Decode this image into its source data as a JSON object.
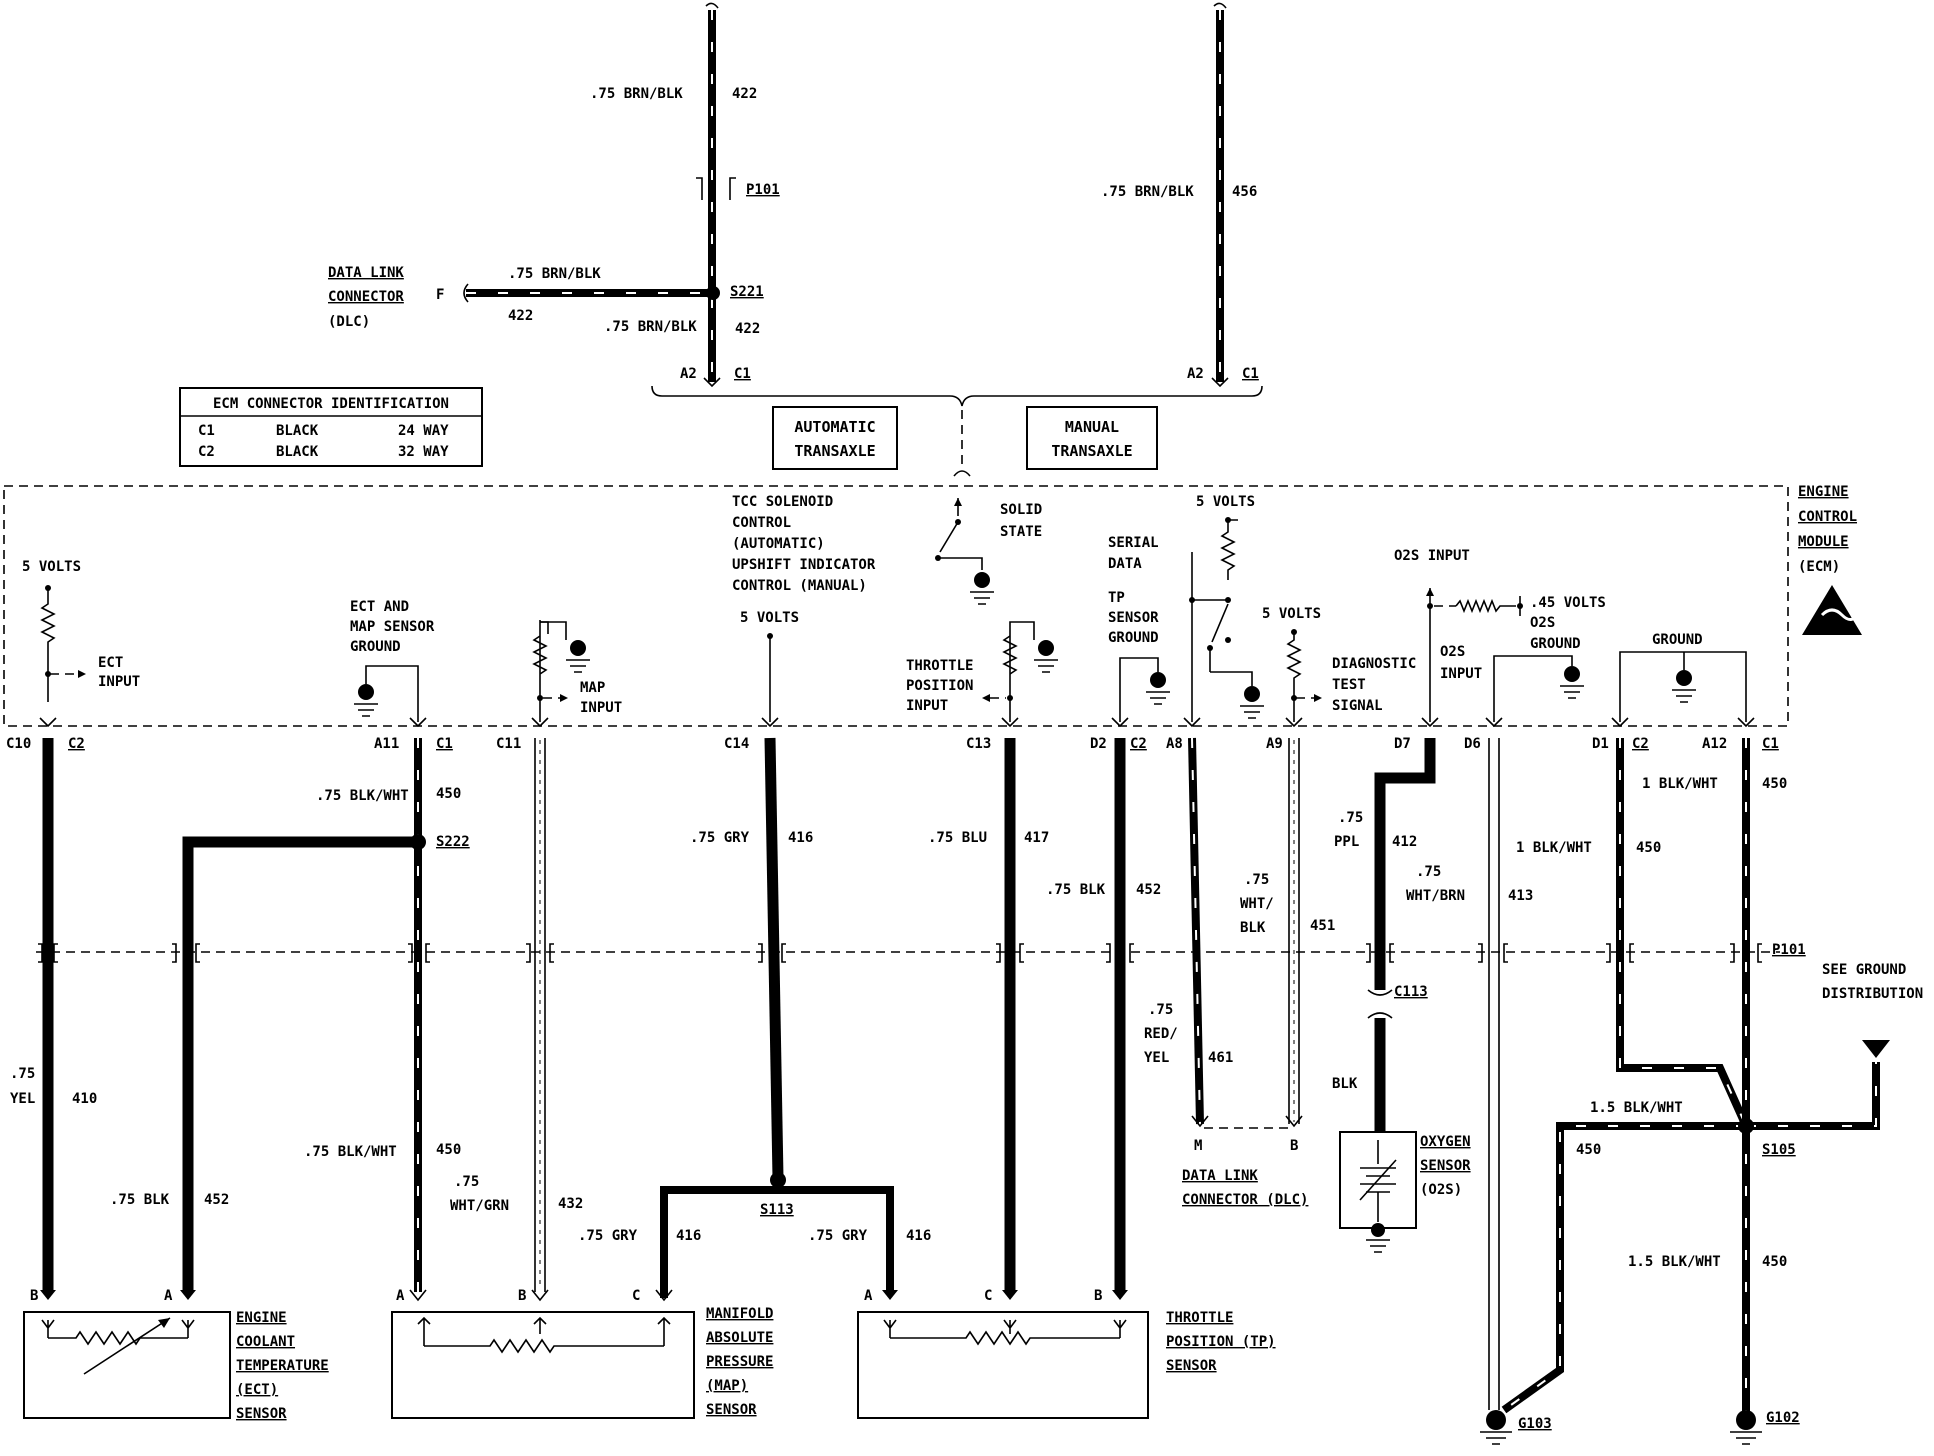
{
  "top": {
    "auto_wire_color": ".75 BRN/BLK",
    "auto_wire_circuit": "422",
    "p101": "P101",
    "dlc_label": [
      "DATA LINK",
      "CONNECTOR",
      "(DLC)"
    ],
    "dlc_pin": "F",
    "dlc_wire_color": ".75 BRN/BLK",
    "dlc_wire_circuit": "422",
    "splice_s221": "S221",
    "lower_wire_color": ".75 BRN/BLK",
    "lower_wire_circuit": "422",
    "auto_pin": "A2",
    "auto_conn": "C1",
    "man_wire_color": ".75 BRN/BLK",
    "man_wire_circuit": "456",
    "man_pin": "A2",
    "man_conn": "C1",
    "automatic_box": [
      "AUTOMATIC",
      "TRANSAXLE"
    ],
    "manual_box": [
      "MANUAL",
      "TRANSAXLE"
    ]
  },
  "ecm_id": {
    "title": "ECM CONNECTOR IDENTIFICATION",
    "rows": [
      {
        "conn": "C1",
        "color": "BLACK",
        "ways": "24 WAY"
      },
      {
        "conn": "C2",
        "color": "BLACK",
        "ways": "32 WAY"
      }
    ]
  },
  "ecm": {
    "label": [
      "ENGINE",
      "CONTROL",
      "MODULE",
      "(ECM)"
    ],
    "five_volts": "5 VOLTS",
    "ect_input": [
      "ECT",
      "INPUT"
    ],
    "ect_map_ground": [
      "ECT AND",
      "MAP SENSOR",
      "GROUND"
    ],
    "map_input": [
      "MAP",
      "INPUT"
    ],
    "tcc_label": [
      "TCC SOLENOID",
      "CONTROL",
      "(AUTOMATIC)",
      "UPSHIFT INDICATOR",
      "CONTROL (MANUAL)"
    ],
    "solid_state": [
      "SOLID",
      "STATE"
    ],
    "tp_input": [
      "THROTTLE",
      "POSITION",
      "INPUT"
    ],
    "serial_data": [
      "SERIAL",
      "DATA"
    ],
    "tp_ground": [
      "TP",
      "SENSOR",
      "GROUND"
    ],
    "diag_signal": [
      "DIAGNOSTIC",
      "TEST",
      "SIGNAL"
    ],
    "o2s_input_top": "O2S INPUT",
    "o2s_volts": ".45 VOLTS",
    "o2s_ground": [
      "O2S",
      "GROUND"
    ],
    "o2s_input": [
      "O2S",
      "INPUT"
    ],
    "ground": "GROUND"
  },
  "pins": {
    "c10": "C10",
    "c2a": "C2",
    "a11": "A11",
    "c1a": "C1",
    "c11": "C11",
    "c14": "C14",
    "c13": "C13",
    "d2": "D2",
    "c2b": "C2",
    "a8": "A8",
    "a9": "A9",
    "d7": "D7",
    "d6": "D6",
    "d1": "D1",
    "c2c": "C2",
    "a12": "A12",
    "c1b": "C1"
  },
  "wires": {
    "w410": {
      "color": [
        ".75",
        "YEL"
      ],
      "circuit": "410"
    },
    "w452a": {
      "color": ".75  BLK",
      "circuit": "452"
    },
    "w450a": {
      "color": ".75 BLK/WHT",
      "circuit": "450"
    },
    "s222": "S222",
    "w450b": {
      "color": ".75 BLK/WHT",
      "circuit": "450"
    },
    "w432": {
      "color": [
        ".75",
        "WHT/GRN"
      ],
      "circuit": "432"
    },
    "w416": {
      "color": ".75  GRY",
      "circuit": "416"
    },
    "s113": "S113",
    "w416l": {
      "color": ".75  GRY",
      "circuit": "416"
    },
    "w416r": {
      "color": ".75  GRY",
      "circuit": "416"
    },
    "w417": {
      "color": ".75  BLU",
      "circuit": "417"
    },
    "w452b": {
      "color": ".75  BLK",
      "circuit": "452"
    },
    "w461": {
      "color": [
        ".75",
        "RED/",
        "YEL"
      ],
      "circuit": "461"
    },
    "w451": {
      "color": [
        ".75",
        "WHT/",
        "BLK"
      ],
      "circuit": "451"
    },
    "w412": {
      "color": [
        ".75",
        "PPL"
      ],
      "circuit": "412"
    },
    "w413": {
      "color": [
        ".75",
        "WHT/BRN"
      ],
      "circuit": "413"
    },
    "w450c": {
      "color": "1  BLK/WHT",
      "circuit": "450"
    },
    "w450d": {
      "color": "1  BLK/WHT",
      "circuit": "450"
    },
    "p101": "P101",
    "c113": "C113",
    "blk": "BLK",
    "w450e": {
      "color": "1.5  BLK/WHT",
      "circuit": "450"
    },
    "w450f": {
      "circuit": "450"
    },
    "s105": "S105",
    "w450g": {
      "color": "1.5  BLK/WHT",
      "circuit": "450"
    }
  },
  "components": {
    "ect": [
      "ENGINE",
      "COOLANT",
      "TEMPERATURE",
      "(ECT)",
      "SENSOR"
    ],
    "map": [
      "MANIFOLD",
      "ABSOLUTE",
      "PRESSURE",
      "(MAP)",
      "SENSOR"
    ],
    "tp": [
      "THROTTLE",
      "POSITION (TP)",
      "SENSOR"
    ],
    "dlc": [
      "DATA LINK",
      "CONNECTOR (DLC)"
    ],
    "o2s": [
      "OXYGEN",
      "SENSOR",
      "(O2S)"
    ],
    "ect_pins": [
      "B",
      "A"
    ],
    "map_pins": [
      "A",
      "B",
      "C"
    ],
    "tp_pins": [
      "A",
      "C",
      "B"
    ],
    "dlc_pins": [
      "M",
      "B"
    ],
    "g103": "G103",
    "g102": "G102",
    "see_ground": [
      "SEE GROUND",
      "DISTRIBUTION"
    ]
  }
}
